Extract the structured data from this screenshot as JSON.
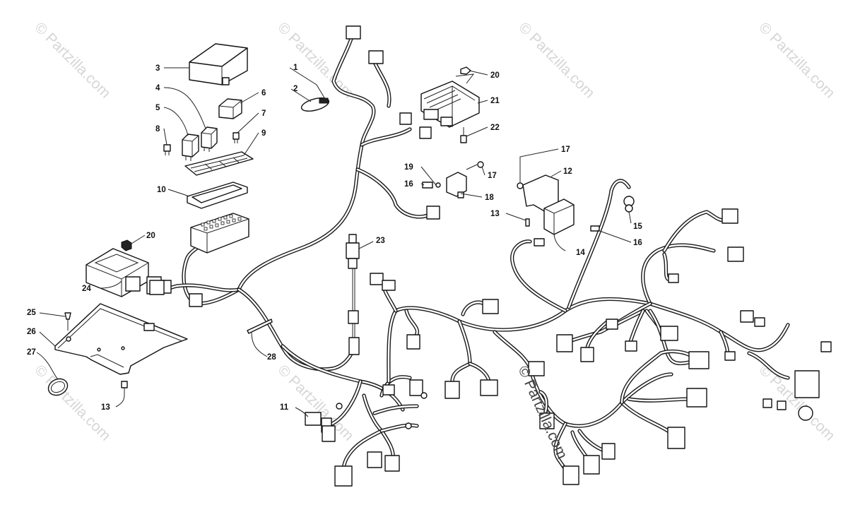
{
  "watermark": "© Partzilla.com",
  "callouts": {
    "c1": "1",
    "c2": "2",
    "c3": "3",
    "c4": "4",
    "c5": "5",
    "c6": "6",
    "c7": "7",
    "c8": "8",
    "c9": "9",
    "c10": "10",
    "c11": "11",
    "c12": "12",
    "c13a": "13",
    "c13b": "13",
    "c14": "14",
    "c15": "15",
    "c16a": "16",
    "c16b": "16",
    "c17a": "17",
    "c17b": "17",
    "c18": "18",
    "c19": "19",
    "c20a": "20",
    "c20b": "20",
    "c21": "21",
    "c22": "22",
    "c23": "23",
    "c24": "24",
    "c25": "25",
    "c26": "26",
    "c27": "27",
    "c28": "28"
  }
}
